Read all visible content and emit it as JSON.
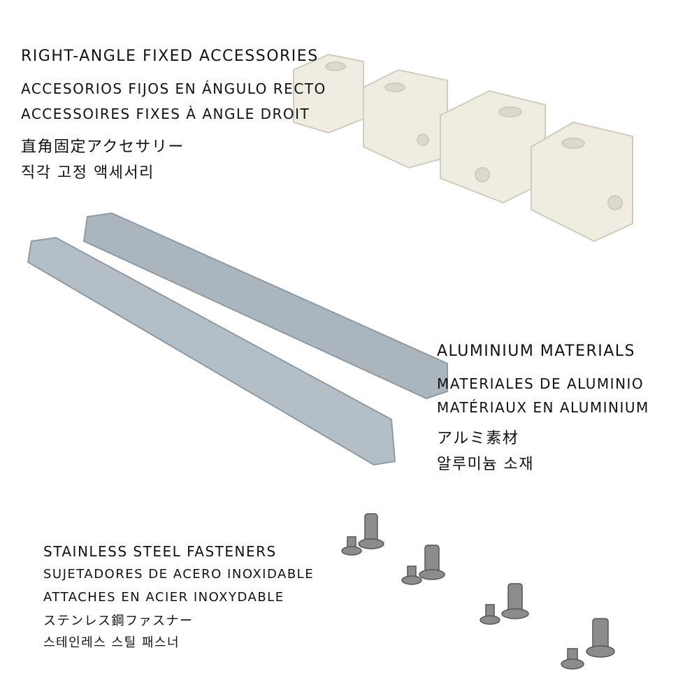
{
  "accessories": {
    "lines": [
      "RIGHT-ANGLE FIXED ACCESSORIES",
      "ACCESORIOS FIJOS EN ÁNGULO RECTO",
      "ACCESSOIRES FIXES À ANGLE DROIT",
      "直角固定アクセサリー",
      "직각 고정 액세서리"
    ]
  },
  "aluminium": {
    "lines": [
      "ALUMINIUM MATERIALS",
      "MATERIALES DE ALUMINIO",
      "MATÉRIAUX EN ALUMINIUM",
      "アルミ素材",
      "알루미늄 소재"
    ]
  },
  "fasteners": {
    "lines": [
      "STAINLESS STEEL FASTENERS",
      "SUJETADORES DE ACERO INOXIDABLE",
      "ATTACHES EN ACIER INOXYDABLE",
      "ステンレス鋼ファスナー",
      "스테인레스 스틸 패스너"
    ]
  },
  "colors": {
    "plastic": "#efece2",
    "aluminium": "#a9b4bd",
    "steel": "#8c8c8c"
  }
}
